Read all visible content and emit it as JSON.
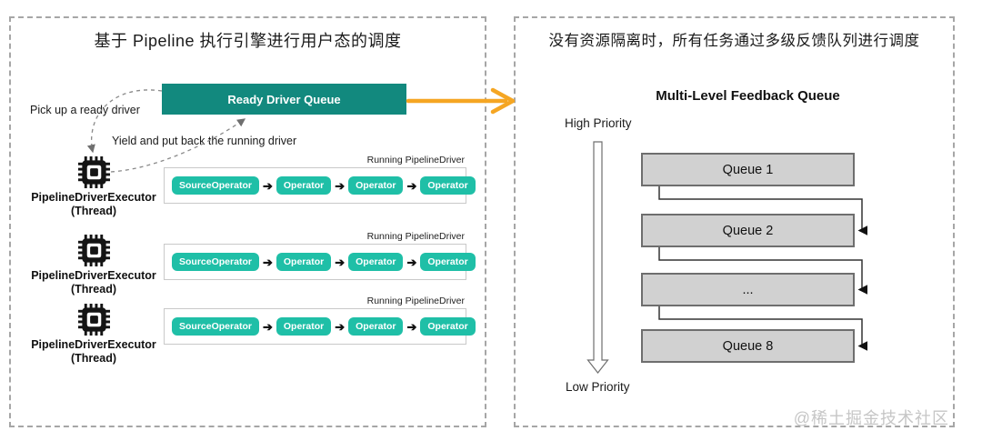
{
  "left_panel": {
    "title": "基于 Pipeline 执行引擎进行用户态的调度",
    "ready_queue_label": "Ready Driver Queue",
    "pick_note": "Pick up a ready driver",
    "yield_note": "Yield and put back the running driver",
    "executor_label_line1": "PipelineDriverExecutor",
    "executor_label_line2": "(Thread)",
    "running_label": "Running PipelineDriver",
    "operators": [
      "SourceOperator",
      "Operator",
      "Operator",
      "Operator"
    ],
    "row_count": 3
  },
  "right_panel": {
    "title": "没有资源隔离时，所有任务通过多级反馈队列进行调度",
    "subtitle": "Multi-Level Feedback Queue",
    "high_priority_label": "High Priority",
    "low_priority_label": "Low Priority",
    "queues": [
      "Queue 1",
      "Queue 2",
      "...",
      "Queue 8"
    ]
  },
  "watermark": "@稀土掘金技术社区",
  "colors": {
    "ready_queue_teal": "#12897E",
    "operator_teal": "#1FBFA7",
    "transfer_arrow_orange": "#F5A623",
    "queue_fill_gray": "#D1D1D1",
    "queue_border_gray": "#6E6E6E",
    "dashed_border_gray": "#a6a6a6"
  }
}
